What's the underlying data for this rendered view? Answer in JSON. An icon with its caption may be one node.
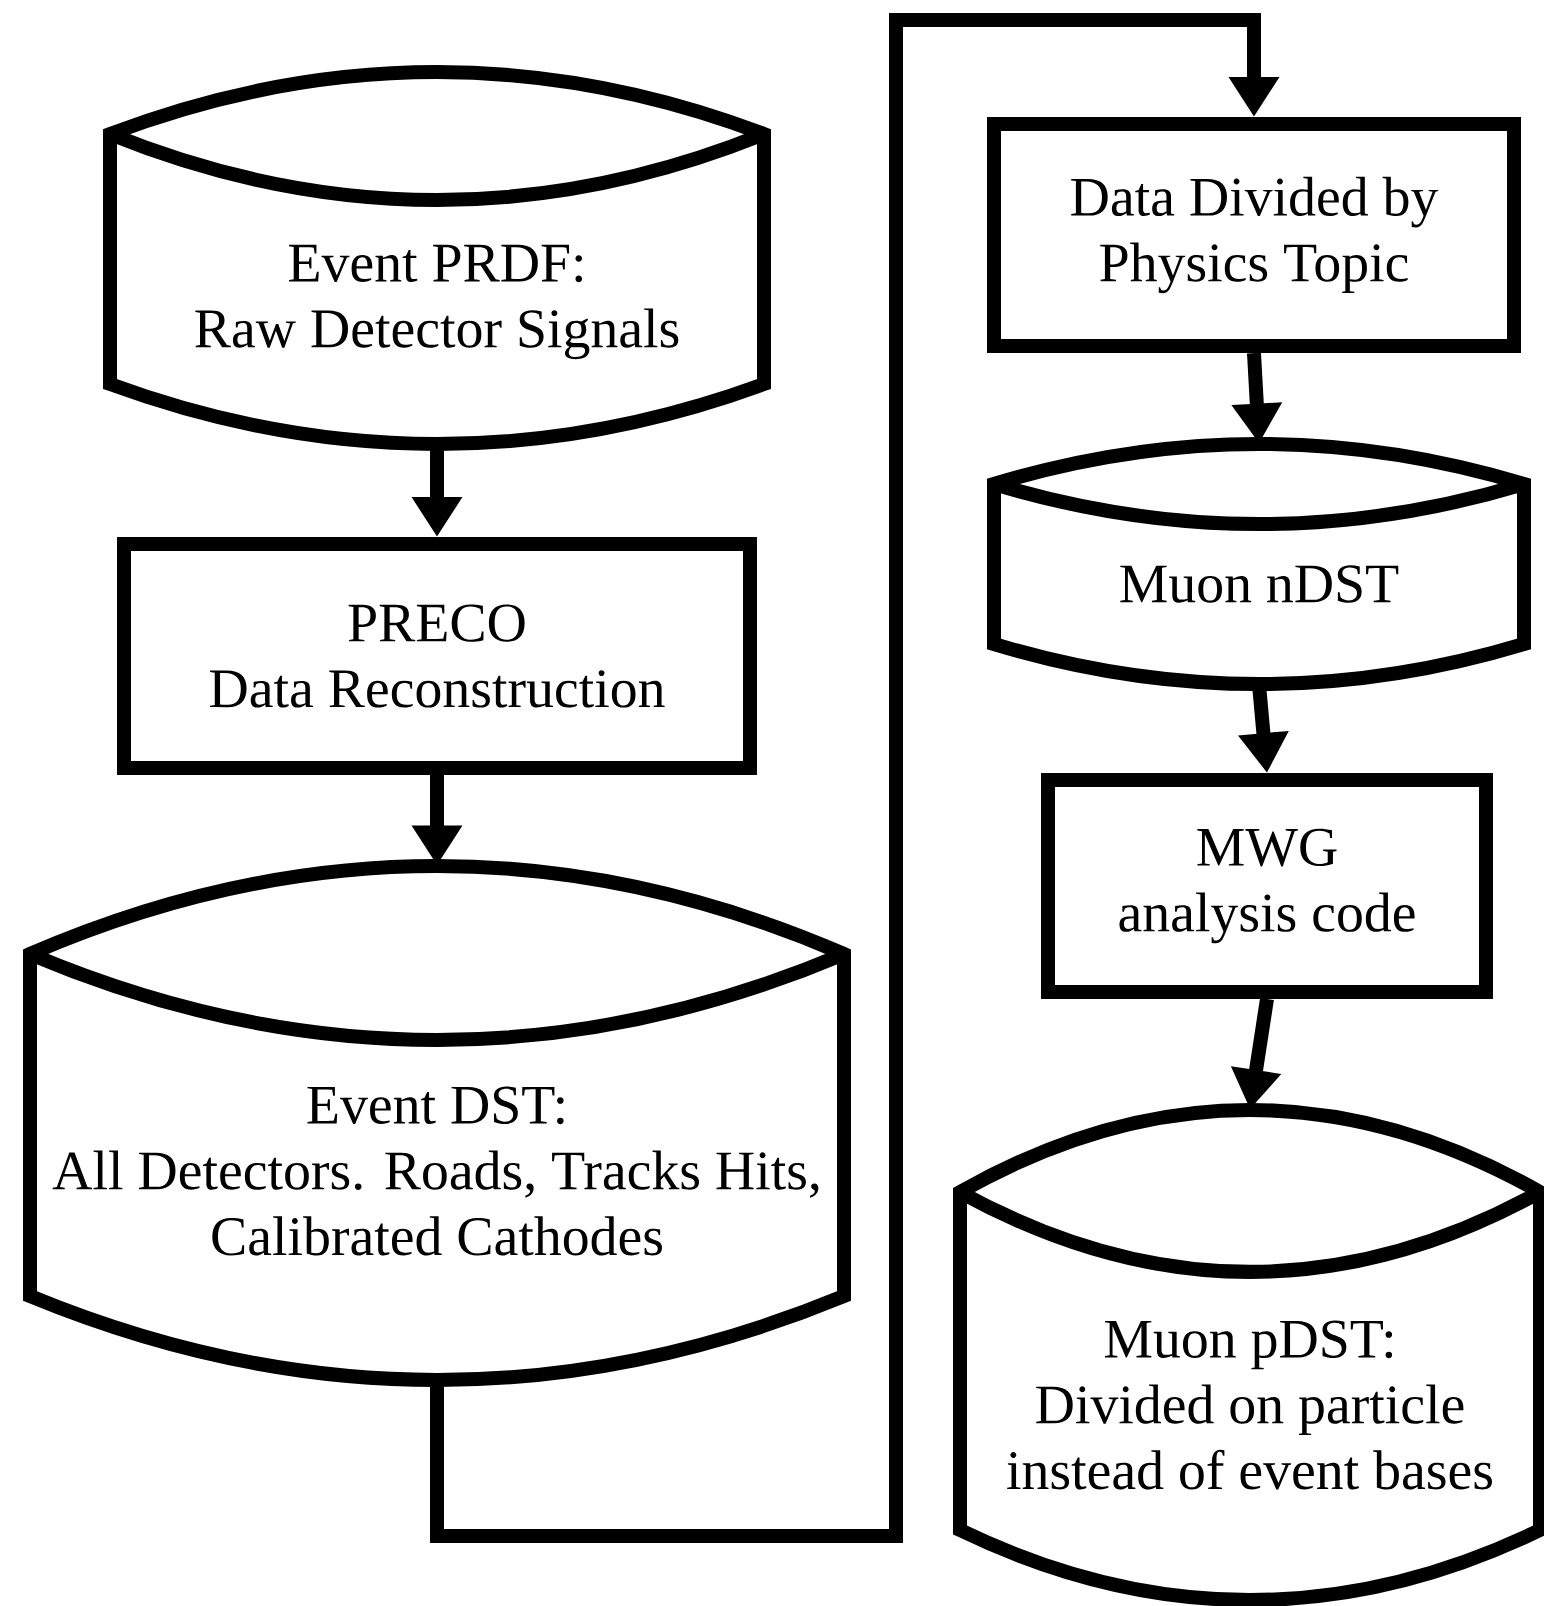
{
  "diagram": {
    "nodes": [
      {
        "text": [
          "Event PRDF:",
          "Raw Detector Signals"
        ]
      },
      {
        "text": [
          "PRECO",
          "Data Reconstruction"
        ]
      },
      {
        "text": [
          "Event DST:",
          "All Detectors. Roads, Tracks Hits, Calibrated Cathodes"
        ]
      },
      {
        "text": [
          "Data Divided by Physics Topic"
        ]
      },
      {
        "text": [
          "Muon nDST"
        ]
      },
      {
        "text": [
          "MWG",
          "analysis code"
        ]
      },
      {
        "text": [
          "Muon pDST:",
          "Divided on particle instead of event bases"
        ]
      }
    ],
    "edges": [
      {
        "from": 0,
        "to": 1,
        "arrow": "to"
      },
      {
        "from": 1,
        "to": 2,
        "arrow": "to"
      },
      {
        "from": 2,
        "to": 3,
        "arrow": "to"
      },
      {
        "from": 3,
        "to": 4,
        "arrow": "to"
      },
      {
        "from": 4,
        "to": 5,
        "arrow": "to"
      },
      {
        "from": 5,
        "to": 6,
        "arrow": "to"
      }
    ]
  }
}
